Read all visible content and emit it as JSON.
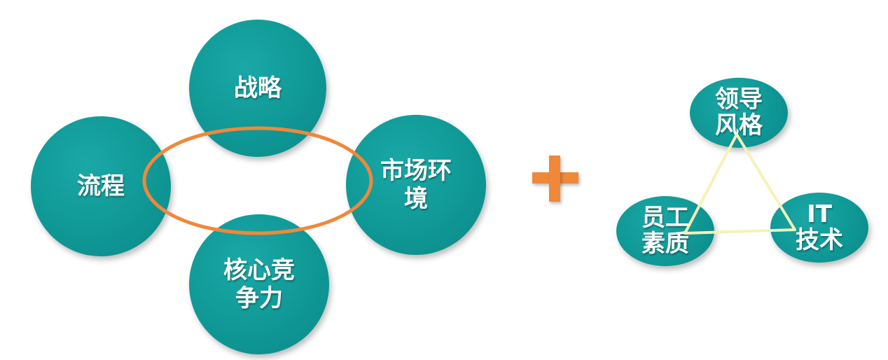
{
  "left_group": {
    "top": "战略",
    "left": "流程",
    "right": "市场环\n境",
    "bottom": "核心竞\n争力"
  },
  "operator": {
    "icon": "plus-icon",
    "color": "#f0883a"
  },
  "right_group": {
    "top": "领导\n风格",
    "left": "员工\n素质",
    "right": "IT\n技术"
  },
  "colors": {
    "circle": "#0f9896",
    "ring": "#f0883a",
    "triangle": "#f4f2b8"
  }
}
